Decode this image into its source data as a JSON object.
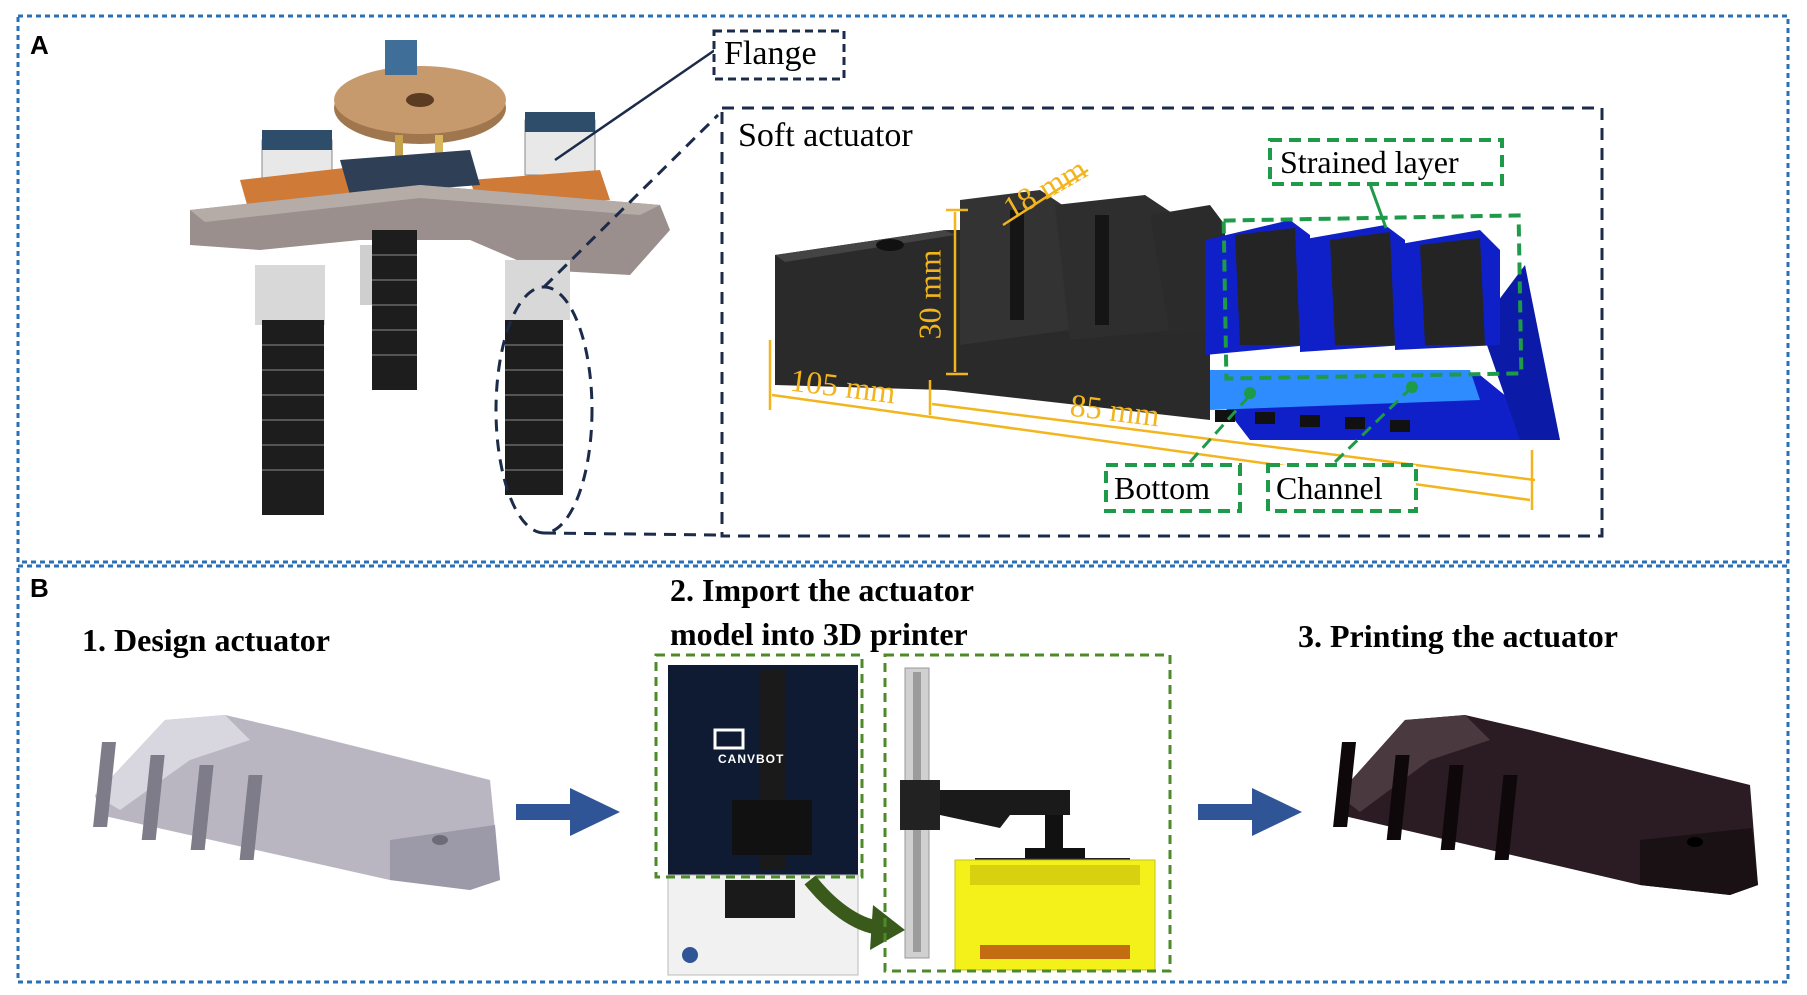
{
  "panel_a": {
    "letter": "A",
    "flange_label": "Flange",
    "soft_actuator_label": "Soft actuator",
    "strained_layer_label": "Strained layer",
    "bottom_label": "Bottom",
    "channel_label": "Channel",
    "dimensions": {
      "width": "18 mm",
      "height": "30 mm",
      "total_length": "105 mm",
      "chamber_length": "85 mm"
    }
  },
  "panel_b": {
    "letter": "B",
    "step1": "1. Design actuator",
    "step2_line1": "2. Import the actuator",
    "step2_line2": "model into 3D printer",
    "step3": "3. Printing the actuator",
    "printer_brand": "CANVBOT"
  },
  "colors": {
    "panel_border": "#2b6fb5",
    "dark_dash": "#1c2b4a",
    "green_dash": "#1e9a48",
    "olive_dash": "#4d8a2a",
    "dimension": "#f2b51d",
    "arrow": "#2f5597",
    "actuator_dark": "#2a2a2a",
    "strained_blue": "#1020c8",
    "channel_blue": "#2e8cff",
    "design_grey": "#b9b6c2",
    "printed_dark": "#2a1c22",
    "resin_yellow": "#f4f01a"
  }
}
